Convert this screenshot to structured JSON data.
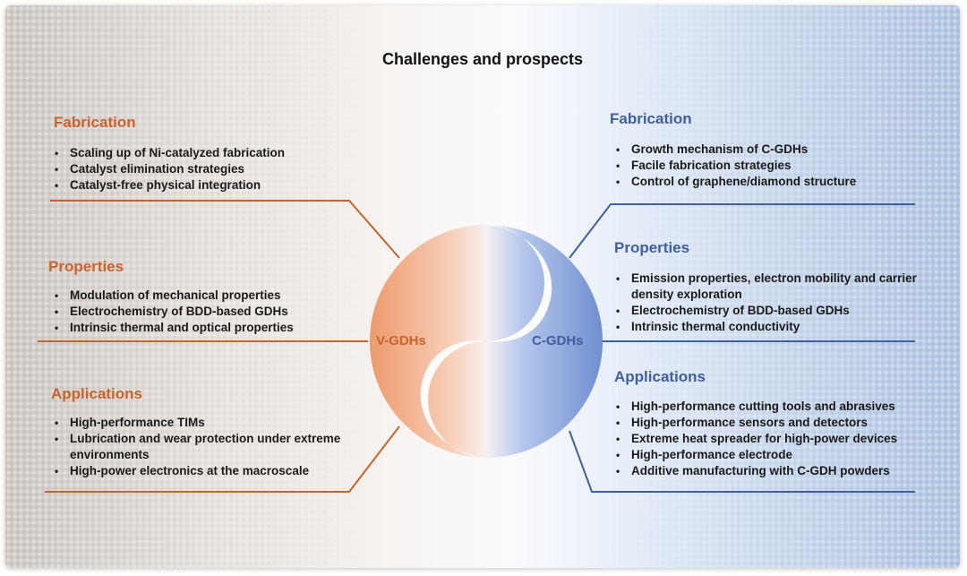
{
  "title": "Challenges and prospects",
  "center": {
    "left_label": "V-GDHs",
    "right_label": "C-GDHs",
    "left_color": "#c8642a",
    "right_color": "#3f5f9f"
  },
  "left": {
    "color": "#c8642a",
    "sections": [
      {
        "heading": "Fabrication",
        "items": [
          "Scaling up of Ni-catalyzed fabrication",
          "Catalyst elimination strategies",
          "Catalyst-free physical integration"
        ]
      },
      {
        "heading": "Properties",
        "items": [
          "Modulation of mechanical properties",
          "Electrochemistry of BDD-based GDHs",
          "Intrinsic thermal and optical properties"
        ]
      },
      {
        "heading": "Applications",
        "items": [
          "High-performance TIMs",
          "Lubrication and wear protection under extreme environments",
          "High-power electronics at the macroscale"
        ]
      }
    ]
  },
  "right": {
    "color": "#3f5f9f",
    "sections": [
      {
        "heading": "Fabrication",
        "items": [
          "Growth mechanism of C-GDHs",
          "Facile fabrication strategies",
          "Control of graphene/diamond structure"
        ]
      },
      {
        "heading": "Properties",
        "items": [
          "Emission properties, electron mobility and carrier density exploration",
          "Electrochemistry of BDD-based GDHs",
          "Intrinsic thermal conductivity"
        ]
      },
      {
        "heading": "Applications",
        "items": [
          "High-performance cutting tools and abrasives",
          "High-performance sensors and detectors",
          "Extreme heat spreader for high-power devices",
          "High-performance electrode",
          "Additive manufacturing with C-GDH powders"
        ]
      }
    ]
  }
}
